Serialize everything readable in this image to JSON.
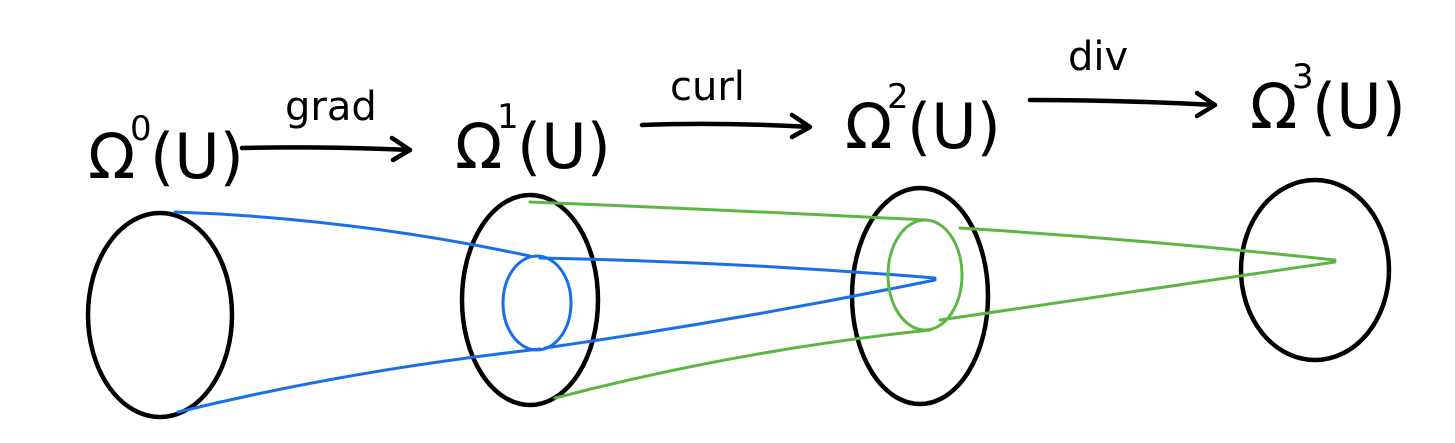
{
  "spaces": [
    {
      "symbol": "Ω",
      "degree": "0",
      "arg": "(U)"
    },
    {
      "symbol": "Ω",
      "degree": "1",
      "arg": "(U)"
    },
    {
      "symbol": "Ω",
      "degree": "2",
      "arg": "(U)"
    },
    {
      "symbol": "Ω",
      "degree": "3",
      "arg": "(U)"
    }
  ],
  "operators": [
    {
      "label": "grad"
    },
    {
      "label": "curl"
    },
    {
      "label": "div"
    }
  ],
  "colors": {
    "ink": "#000000",
    "grad_map": "#1a6fe8",
    "curl_map": "#5db544"
  }
}
